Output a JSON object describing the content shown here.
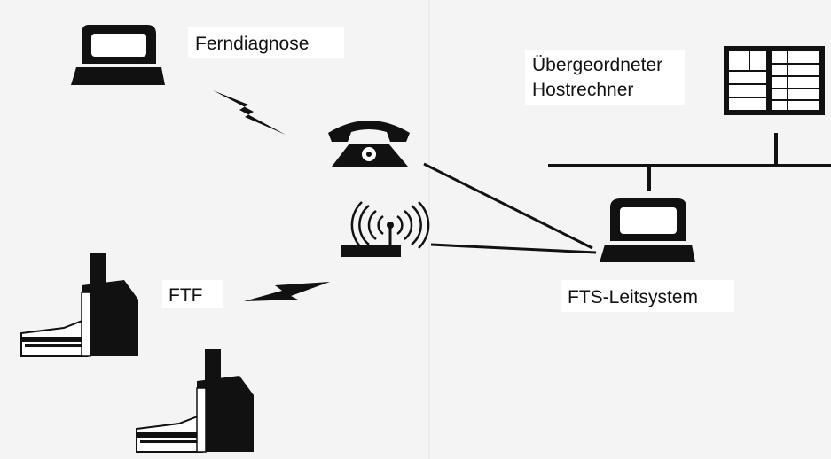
{
  "labels": {
    "ferndiagnose": "Ferndiagnose",
    "host_line1": "Übergeordneter",
    "host_line2": "Hostrechner",
    "ftf": "FTF",
    "leitsystem": "FTS-Leitsystem"
  },
  "colors": {
    "background": "#f4f4f4",
    "ink": "#111111",
    "paper": "#ffffff"
  }
}
